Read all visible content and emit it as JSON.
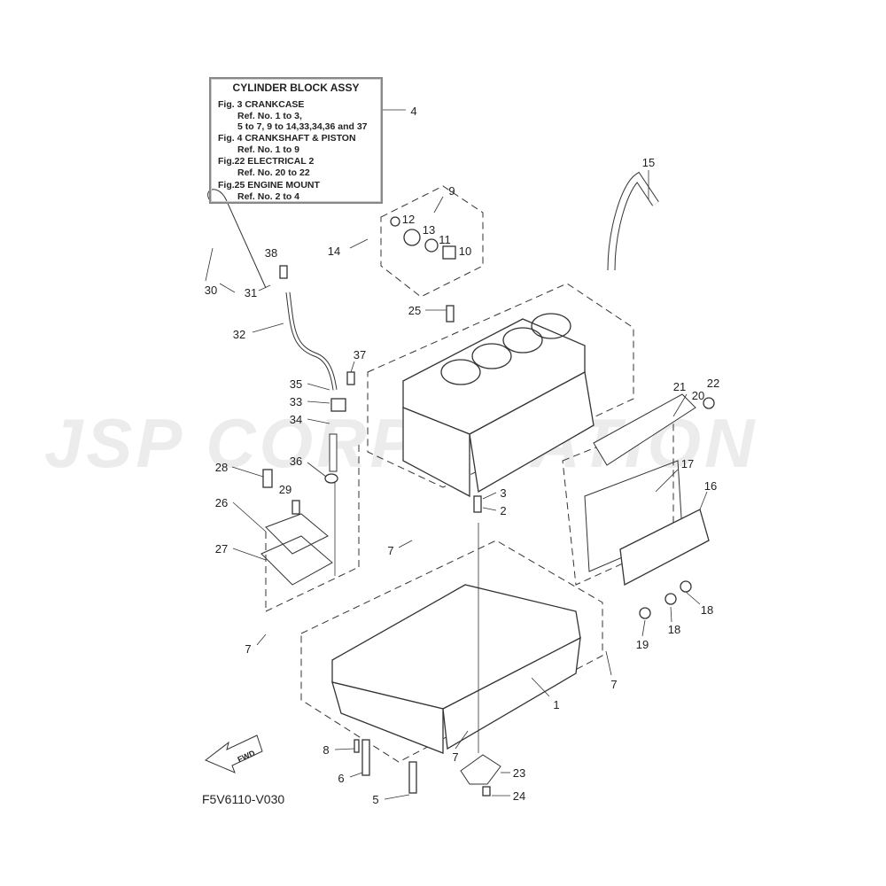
{
  "legend": {
    "title": "CYLINDER BLOCK ASSY",
    "lines": [
      "Fig.  3 CRANKCASE",
      "Ref. No. 1 to 3,",
      "5 to 7, 9 to 14,33,34,36 and 37",
      "Fig.  4 CRANKSHAFT & PISTON",
      "Ref. No. 1 to 9",
      "Fig.22 ELECTRICAL 2",
      "Ref. No. 20 to 22",
      "Fig.25 ENGINE MOUNT",
      "Ref. No. 2 to 4"
    ]
  },
  "callouts": [
    "4",
    "15",
    "9",
    "12",
    "13",
    "11",
    "10",
    "14",
    "38",
    "30",
    "31",
    "25",
    "32",
    "37",
    "21",
    "20",
    "22",
    "35",
    "33",
    "34",
    "17",
    "36",
    "28",
    "29",
    "3",
    "16",
    "2",
    "26",
    "27",
    "7",
    "18",
    "18",
    "19",
    "7",
    "7",
    "1",
    "8",
    "7",
    "23",
    "6",
    "5",
    "24"
  ],
  "fwd_label": "FWD",
  "diagram_code": "F5V6110-V030",
  "watermark": "JSP CORPORATION"
}
